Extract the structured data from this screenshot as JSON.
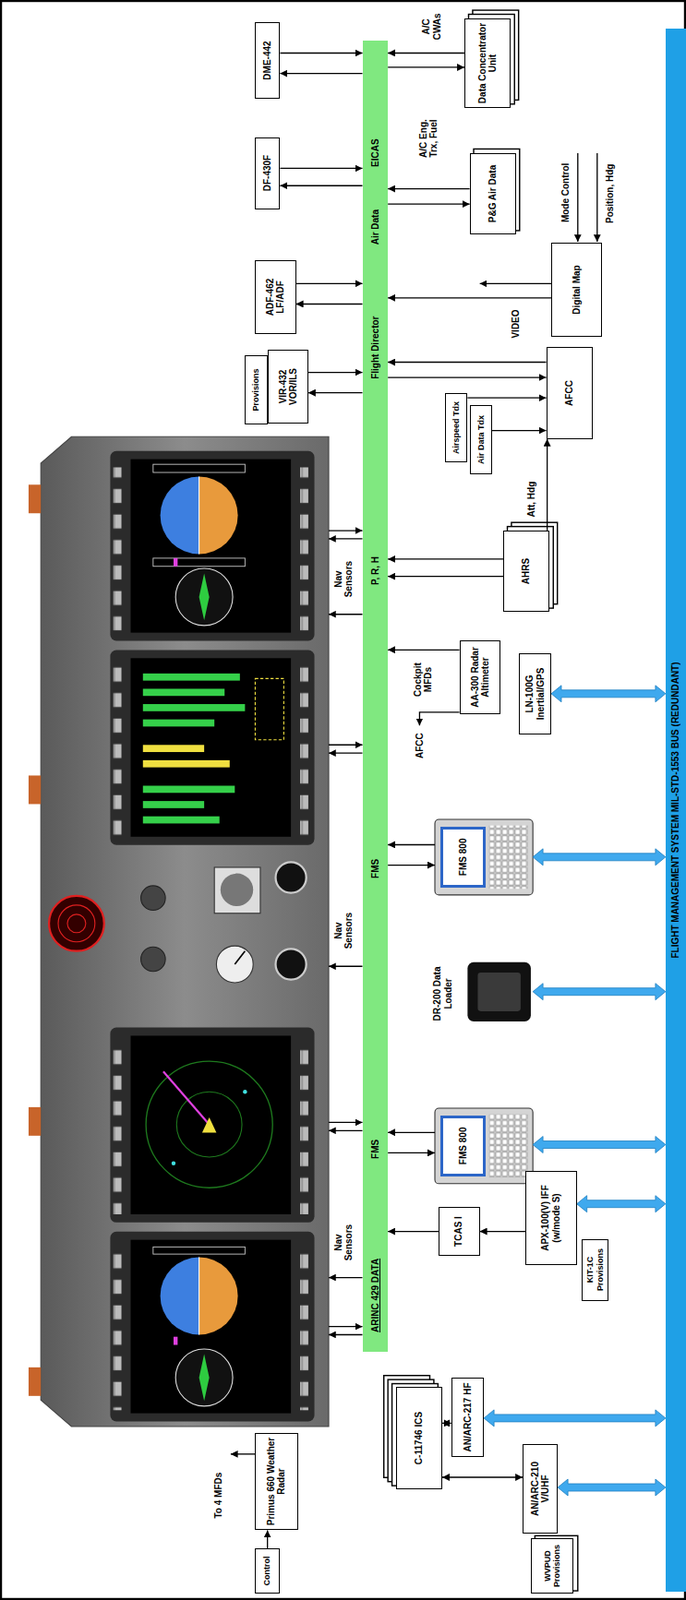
{
  "diagram": {
    "nodes": [
      {
        "text": [
          "EICAS",
          "Air Data",
          "Flight Director",
          "P, R, H",
          "FMS",
          "FMS",
          "ARINC 429 DATA"
        ]
      },
      {
        "text": [
          "FLIGHT MANAGEMENT SYSTEM MIL-STD-1553 BUS (REDUNDANT)"
        ]
      },
      {
        "text": [
          "DME-442"
        ]
      },
      {
        "text": [
          "DF-430F"
        ]
      },
      {
        "text": [
          "ADF-462 LF/ADF"
        ]
      },
      {
        "text": [
          "Provisions"
        ]
      },
      {
        "text": [
          "VIR-432 VOR/ILS"
        ]
      },
      {
        "text": [
          "Data Concentrator Unit"
        ]
      },
      {
        "text": [
          "P&G Air Data"
        ]
      },
      {
        "text": [
          "Digital Map"
        ]
      },
      {
        "text": [
          "AFCC"
        ]
      },
      {
        "text": [
          "Airspeed Tdx"
        ]
      },
      {
        "text": [
          "Air Data Tdx"
        ]
      },
      {
        "text": [
          "AHRS"
        ]
      },
      {
        "text": [
          "AA-300 Radar Altimeter"
        ]
      },
      {
        "text": [
          "LN-100G Inertial/GPS"
        ]
      },
      {
        "text": [
          "FMS 800"
        ]
      },
      {
        "text": [
          "DR-200 Data Loader"
        ]
      },
      {
        "text": [
          "FMS 800"
        ]
      },
      {
        "text": [
          "TCAS I"
        ]
      },
      {
        "text": [
          "APX-100(V) IFF (w/mode S)"
        ]
      },
      {
        "text": [
          "KIT-1C Provisions"
        ]
      },
      {
        "text": [
          "Primus 660 Weather Radar"
        ]
      },
      {
        "text": [
          "Control"
        ]
      },
      {
        "text": [
          "C-11746 ICS"
        ]
      },
      {
        "text": [
          "AN/ARC-217 HF"
        ]
      },
      {
        "text": [
          "AN/ARC-210 V/UHF"
        ]
      },
      {
        "text": [
          "WVPUD Provisions"
        ]
      }
    ],
    "edges": [
      {
        "from": 2,
        "to": 0,
        "arrow": "to"
      },
      {
        "from": 0,
        "to": 2,
        "arrow": "to"
      },
      {
        "from": 3,
        "to": 0,
        "arrow": "to"
      },
      {
        "from": 0,
        "to": 3,
        "arrow": "to"
      },
      {
        "from": 4,
        "to": 0,
        "arrow": "to"
      },
      {
        "from": 0,
        "to": 4,
        "arrow": "to"
      },
      {
        "from": 6,
        "to": 0,
        "arrow": "to"
      },
      {
        "from": 0,
        "to": 6,
        "arrow": "to"
      },
      {
        "from": 7,
        "to": 0,
        "arrow": "to"
      },
      {
        "from": 0,
        "to": 7,
        "arrow": "to"
      },
      {
        "from": 8,
        "to": 0,
        "arrow": "to"
      },
      {
        "from": 0,
        "to": 8,
        "arrow": "to"
      },
      {
        "from": 9,
        "to": 0,
        "arrow": "to"
      },
      {
        "from": 10,
        "to": 0,
        "arrow": "to"
      },
      {
        "from": 0,
        "to": 10,
        "arrow": "to"
      },
      {
        "from": 11,
        "to": 10,
        "arrow": "to"
      },
      {
        "from": 12,
        "to": 10,
        "arrow": "to"
      },
      {
        "from": 13,
        "to": 10,
        "label": "Att, Hdg",
        "arrow": "to"
      },
      {
        "from": 13,
        "to": 0,
        "arrow": "to"
      },
      {
        "from": 13,
        "to": 0,
        "arrow": "to"
      },
      {
        "from": 14,
        "to": 0,
        "arrow": "to"
      },
      {
        "from": 15,
        "to": 1,
        "arrow": "both"
      },
      {
        "from": 16,
        "to": 0,
        "arrow": "to"
      },
      {
        "from": 0,
        "to": 16,
        "arrow": "to"
      },
      {
        "from": 16,
        "to": 1,
        "arrow": "both"
      },
      {
        "from": 17,
        "to": 1,
        "arrow": "both"
      },
      {
        "from": 18,
        "to": 0,
        "arrow": "to"
      },
      {
        "from": 0,
        "to": 18,
        "arrow": "to"
      },
      {
        "from": 18,
        "to": 1,
        "arrow": "both"
      },
      {
        "from": 20,
        "to": 19,
        "arrow": "to"
      },
      {
        "from": 19,
        "to": 0,
        "arrow": "to"
      },
      {
        "from": 20,
        "to": 1,
        "arrow": "both"
      },
      {
        "from": 23,
        "to": 22,
        "arrow": "to"
      },
      {
        "from": 24,
        "to": 25,
        "arrow": "both"
      },
      {
        "from": 24,
        "to": 26,
        "arrow": "both"
      },
      {
        "from": 25,
        "to": 1,
        "arrow": "both"
      },
      {
        "from": 26,
        "to": 1,
        "arrow": "both"
      }
    ],
    "labels": [
      "A/C CWAs",
      "A/C Eng. Trx, Fuel",
      "Mode Control",
      "Position, Hdg",
      "VIDEO",
      "Cockpit MFDs",
      "AFCC",
      "Nav Sensors",
      "Nav Sensors",
      "Nav Sensors",
      "To 4 MFDs"
    ]
  }
}
